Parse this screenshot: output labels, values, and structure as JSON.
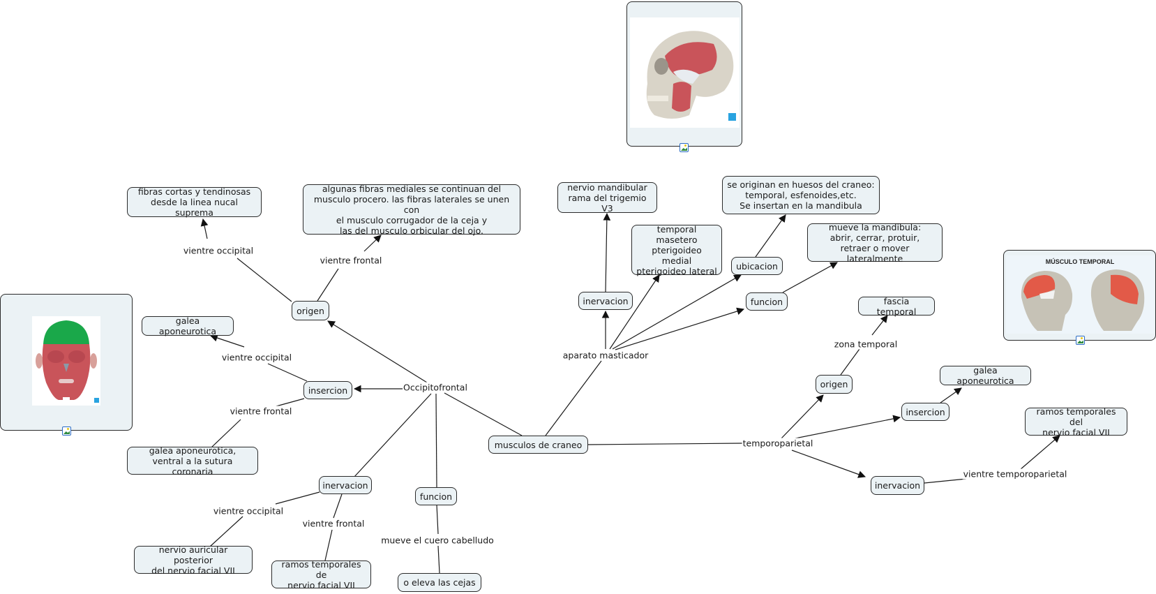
{
  "concept_map": {
    "nodes": {
      "musculos_craneo": "musculos de craneo",
      "occ_origen": "origen",
      "occ_origen_occipital": "fibras cortas y tendinosas\ndesde la linea nucal suprema",
      "occ_origen_frontal": "algunas fibras mediales se continuan del\nmusculo procero. las fibras laterales se unen con\nel musculo corrugador de la ceja y\nlas del musculo orbicular del ojo.",
      "occ_insercion": "insercion",
      "occ_insercion_occipital": "galea aponeurotica",
      "occ_insercion_frontal": "galea aponeurotica,\nventral a la sutura coronaria",
      "occ_inervacion": "inervacion",
      "occ_inerv_occipital": "nervio auricular posterior\ndel nervio facial VII",
      "occ_inerv_frontal": "ramos temporales de\nnervio facial VII",
      "occ_funcion": "funcion",
      "occ_funcion_target": "o eleva las cejas",
      "mast_inervacion": "inervacion",
      "mast_inerv_target": "nervio mandibular\nrama del trigemio V3",
      "mast_list": "temporal\nmasetero\npterigoideo medial\npterigoideo lateral",
      "mast_ubicacion": "ubicacion",
      "mast_ubicacion_target": "se originan en huesos del craneo:\ntemporal, esfenoides,etc.\nSe insertan en la mandibula",
      "mast_funcion": "funcion",
      "mast_funcion_target": "mueve la mandibula:\nabrir, cerrar, protuir,\nretraer o mover lateralmente",
      "tp_origen": "origen",
      "tp_origen_target": "fascia temporal",
      "tp_insercion": "insercion",
      "tp_insercion_target": "galea aponeurotica",
      "tp_inervacion": "inervacion",
      "tp_inerv_target": "ramos temporales del\nnervio facial VII"
    },
    "linking_phrases": {
      "occipitofrontal": "Occipitofrontal",
      "aparato_masticador": "aparato masticador",
      "temporoparietal": "temporoparietal",
      "origen_occipital": "vientre occipital",
      "origen_frontal": "vientre frontal",
      "insercion_occipital": "vientre occipital",
      "insercion_frontal": "vientre frontal",
      "inerv_occipital": "vientre occipital",
      "inerv_frontal": "vientre frontal",
      "funcion_phrase": "mueve el cuero cabelludo",
      "zona_temporal": "zona temporal",
      "vientre_temporoparietal": "vientre temporoparietal"
    },
    "images": {
      "face_muscles": "facial-muscles-front-view",
      "skull_masticator": "skull-temporal-masseter-side-view",
      "temporal_muscle": "MÚSCULO TEMPORAL"
    },
    "colors": {
      "node_fill": "#ebf2f5",
      "node_border": "#2a2a2a",
      "line": "#1a1a1a",
      "frontalis_green": "#1aa84a",
      "muscle_red": "#c9545a"
    }
  }
}
